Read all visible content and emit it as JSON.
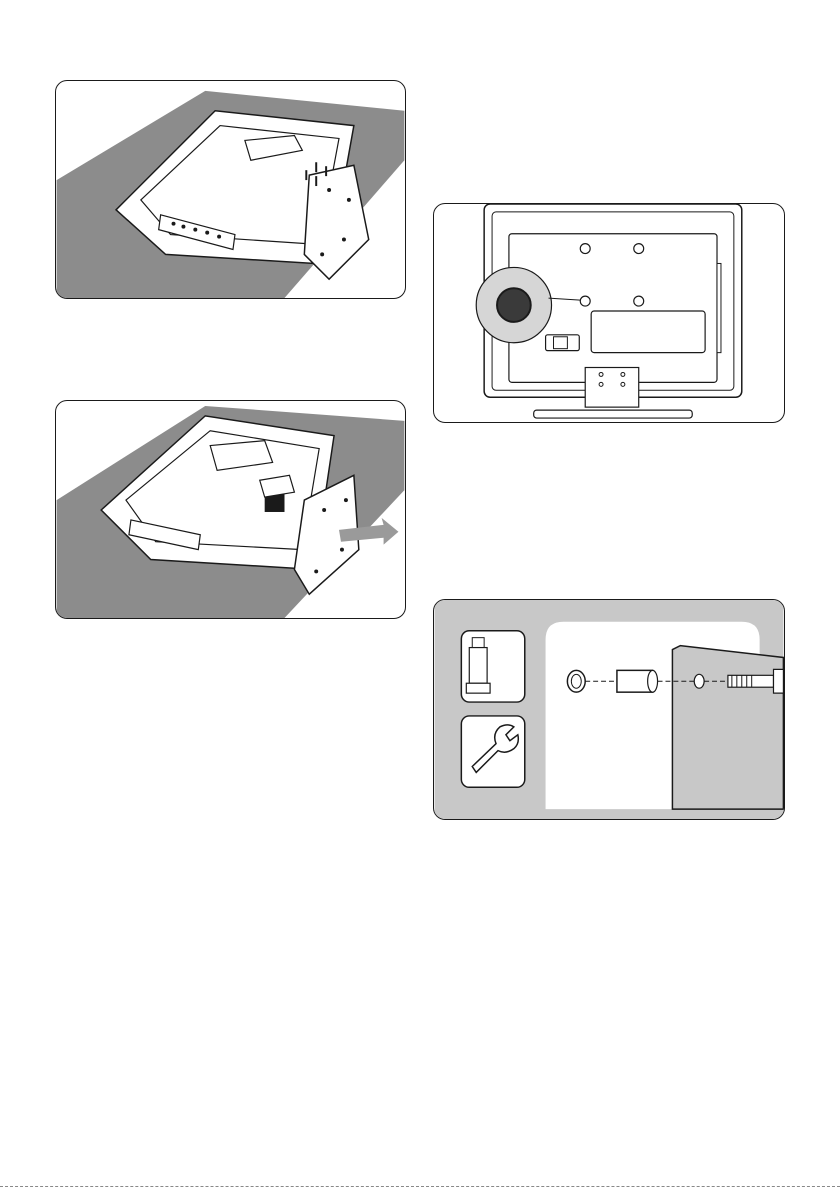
{
  "figures": [
    {
      "id": "fig1",
      "icon": "tv-stand-screws-removal-illustration"
    },
    {
      "id": "fig2",
      "icon": "tv-stand-detach-illustration"
    },
    {
      "id": "fig3",
      "icon": "tv-back-wall-mount-holes-illustration"
    },
    {
      "id": "fig4",
      "icon": "wall-mount-spacer-bolt-illustration"
    }
  ],
  "colors": {
    "line": "#1a1a1a",
    "mat": "#8c8c8c",
    "arrow": "#9a9a9a",
    "panel_gray": "#c8c8c8",
    "highlight": "#d6d6d6"
  }
}
